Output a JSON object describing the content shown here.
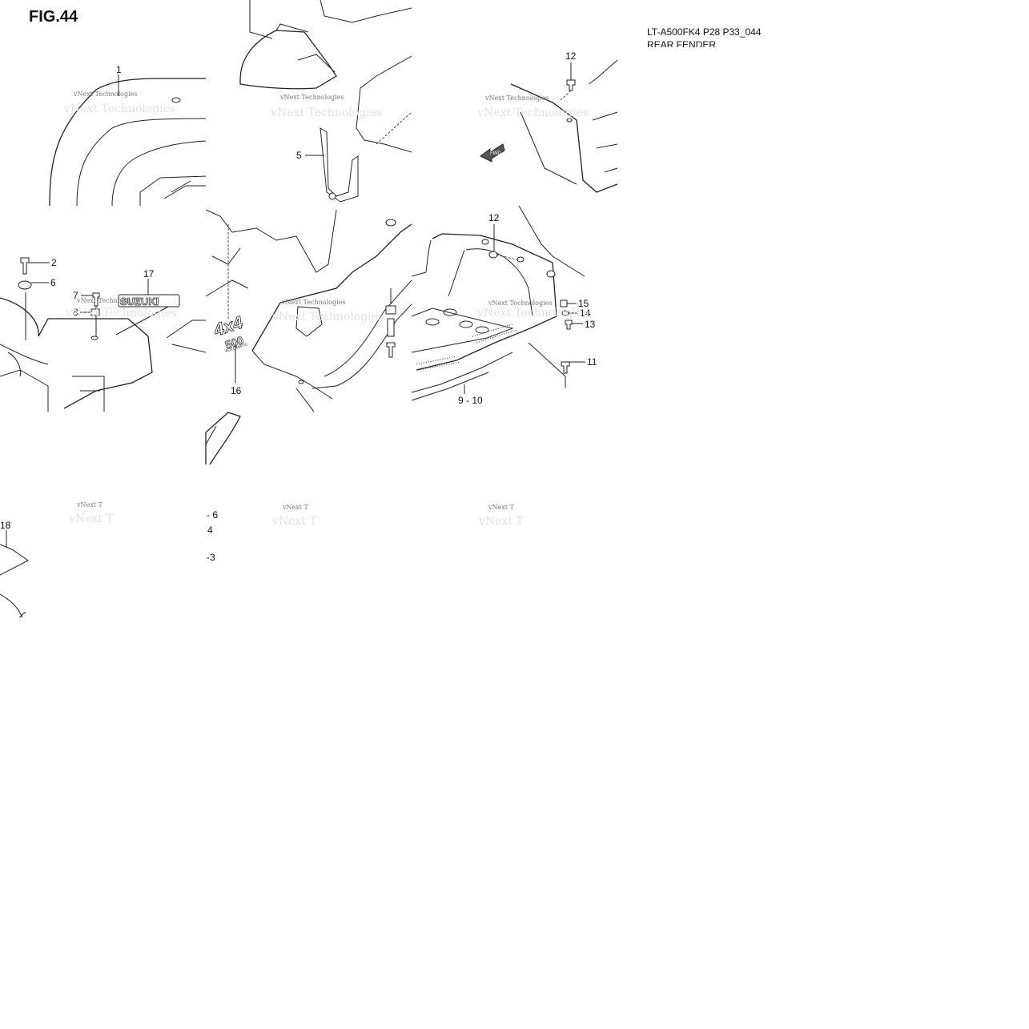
{
  "figure": {
    "title": "FIG.44",
    "model_code": "LT-A500FK4 P28 P33_044",
    "section_title": "REAR FENDER"
  },
  "watermark": {
    "text": "vNext Technologies",
    "partial_text": "vNext T",
    "partial_text_b": "vNext Tec"
  },
  "emblems": {
    "brand": "SUZUKI",
    "badge_top": "4x4",
    "badge_mid": "500",
    "badge_sub": "AUTOMATIC",
    "fwd": "FWD"
  },
  "callouts": {
    "c1": "1",
    "c2": "2",
    "c3": "3",
    "c4": "4",
    "c5": "5",
    "c6a": "6",
    "c6b": "6",
    "c7": "7",
    "c8": "8",
    "c9_10": "9 - 10",
    "c11": "11",
    "c12a": "12",
    "c12b": "12",
    "c13": "13",
    "c14": "14",
    "c15": "15",
    "c16": "16",
    "c17": "17",
    "c18": "18"
  }
}
